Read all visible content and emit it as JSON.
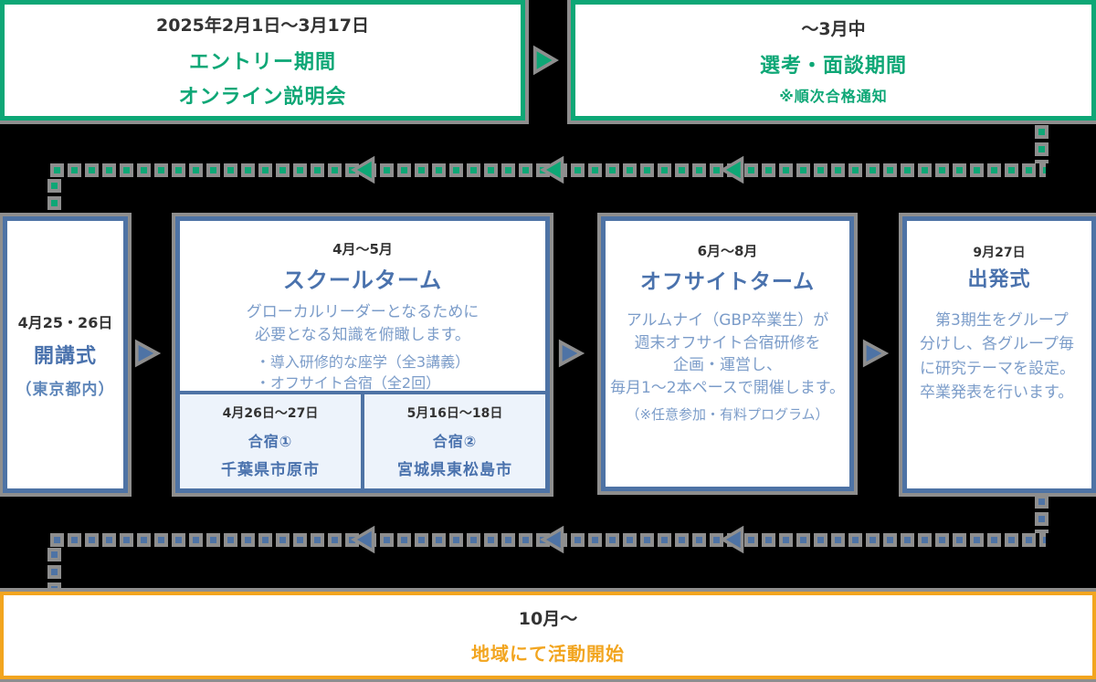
{
  "colors": {
    "accent_green": "#0ea776",
    "accent_blue": "#4e73a5",
    "accent_orange": "#f2a51f",
    "text_blue_heading": "#4a72ad",
    "text_blue_body": "#7b9cc9",
    "text_dark": "#333333",
    "halo_gray": "#8e8e8e",
    "subbox_bg": "#edf3fb",
    "background": "#000000"
  },
  "top_row": {
    "entry": {
      "date": "2025年2月1日〜3月17日",
      "lines": [
        "エントリー期間",
        "オンライン説明会"
      ]
    },
    "selection": {
      "date": "〜3月中",
      "title": "選考・面談期間",
      "note": "※順次合格通知"
    }
  },
  "middle_row": {
    "kickoff": {
      "date": "4月25・26日",
      "title": "開講式",
      "subtitle": "（東京都内）"
    },
    "school_term": {
      "date": "4月〜5月",
      "title": "スクールターム",
      "description": [
        "グローカルリーダーとなるために",
        "必要となる知識を俯瞰します。"
      ],
      "bullets": [
        "・導入研修的な座学（全3講義）",
        "・オフサイト合宿（全2回）"
      ],
      "camps": [
        {
          "date": "4月26日〜27日",
          "title": "合宿①",
          "location": "千葉県市原市"
        },
        {
          "date": "5月16日〜18日",
          "title": "合宿②",
          "location": "宮城県東松島市"
        }
      ]
    },
    "offsite_term": {
      "date": "6月〜8月",
      "title": "オフサイトターム",
      "description": [
        "アルムナイ（GBP卒業生）が",
        "週末オフサイト合宿研修を",
        "企画・運営し、",
        "毎月1〜2本ペースで開催します。"
      ],
      "note": "（※任意参加・有料プログラム）"
    },
    "departure": {
      "date": "9月27日",
      "title": "出発式",
      "description": "第3期生をグループ分けし、各グループ毎に研究テーマを設定。卒業発表を行います。"
    }
  },
  "bottom": {
    "date": "10月〜",
    "title": "地域にて活動開始"
  }
}
